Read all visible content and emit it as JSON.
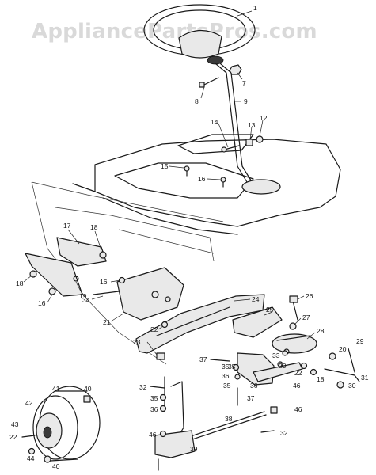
{
  "watermark": "AppliancePartsPros.com",
  "callouts": [
    "1",
    "7",
    "8",
    "9",
    "14",
    "13",
    "12",
    "15",
    "16",
    "17",
    "18",
    "18",
    "16",
    "19",
    "16",
    "34",
    "21",
    "24",
    "26",
    "25",
    "27",
    "28",
    "22",
    "23",
    "37",
    "35",
    "36",
    "33",
    "20",
    "20",
    "29",
    "18",
    "22",
    "31",
    "30",
    "32",
    "35",
    "36",
    "38",
    "46",
    "40",
    "41",
    "42",
    "43",
    "22",
    "44",
    "40",
    "35",
    "37",
    "39",
    "46",
    "32",
    "46",
    "36",
    "35"
  ]
}
